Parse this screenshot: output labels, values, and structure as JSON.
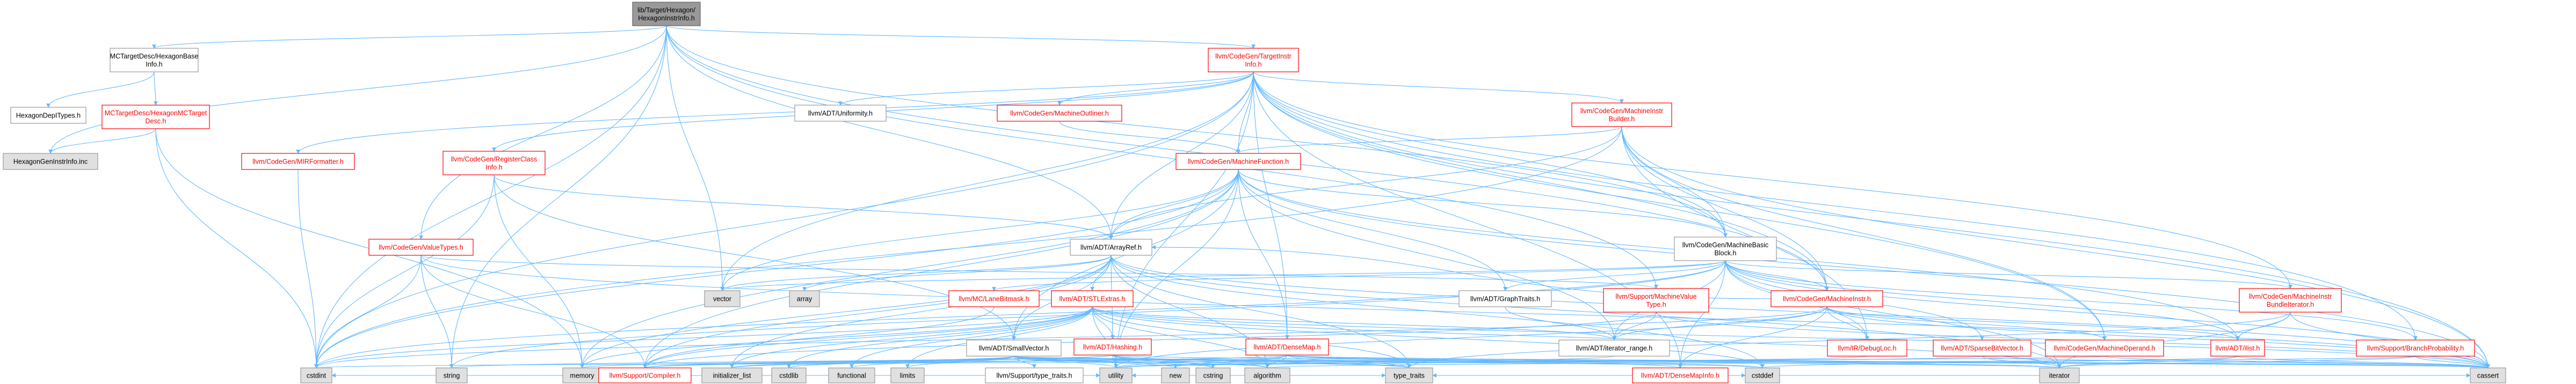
{
  "colors": {
    "edge": "#63b8ff",
    "root_fill": "#999999",
    "root_border": "#666666",
    "default_fill": "#ffffff",
    "default_border": "#999999",
    "default_text": "#000000",
    "red_border": "#ff0000",
    "red_text": "#ff0000",
    "grey_fill": "#e0e0e0",
    "grey_border": "#999999"
  },
  "nodes": [
    {
      "id": "root",
      "lines": [
        "lib/Target/Hexagon/",
        "HexagonInstrInfo.h"
      ],
      "style": "root"
    },
    {
      "id": "mc_hexbase",
      "lines": [
        "MCTargetDesc/HexagonBase",
        "Info.h"
      ],
      "style": "plain"
    },
    {
      "id": "hex_deptypes",
      "lines": [
        "HexagonDepITypes.h"
      ],
      "style": "plain"
    },
    {
      "id": "mc_hexdesc",
      "lines": [
        "MCTargetDesc/HexagonMCTarget",
        "Desc.h"
      ],
      "style": "red"
    },
    {
      "id": "hex_geninfo",
      "lines": [
        "HexagonGenInstrInfo.inc"
      ],
      "style": "grey"
    },
    {
      "id": "cg_tii",
      "lines": [
        "llvm/CodeGen/TargetInstr",
        "Info.h"
      ],
      "style": "red"
    },
    {
      "id": "adt_uniformity",
      "lines": [
        "llvm/ADT/Uniformity.h"
      ],
      "style": "plain"
    },
    {
      "id": "cg_outliner",
      "lines": [
        "llvm/CodeGen/MachineOutliner.h"
      ],
      "style": "red"
    },
    {
      "id": "cg_mib",
      "lines": [
        "llvm/CodeGen/MachineInstr",
        "Builder.h"
      ],
      "style": "red"
    },
    {
      "id": "cg_mirfmt",
      "lines": [
        "llvm/CodeGen/MIRFormatter.h"
      ],
      "style": "red"
    },
    {
      "id": "cg_regclass",
      "lines": [
        "llvm/CodeGen/RegisterClass",
        "Info.h"
      ],
      "style": "red"
    },
    {
      "id": "cg_mf",
      "lines": [
        "llvm/CodeGen/MachineFunction.h"
      ],
      "style": "red"
    },
    {
      "id": "cg_valuetypes",
      "lines": [
        "llvm/CodeGen/ValueTypes.h"
      ],
      "style": "red"
    },
    {
      "id": "adt_arrayref",
      "lines": [
        "llvm/ADT/ArrayRef.h"
      ],
      "style": "plain"
    },
    {
      "id": "cg_mbb",
      "lines": [
        "llvm/CodeGen/MachineBasic",
        "Block.h"
      ],
      "style": "plain"
    },
    {
      "id": "vector",
      "lines": [
        "vector"
      ],
      "style": "grey"
    },
    {
      "id": "array",
      "lines": [
        "array"
      ],
      "style": "grey"
    },
    {
      "id": "mc_lanebitmask",
      "lines": [
        "llvm/MC/LaneBitmask.h"
      ],
      "style": "red"
    },
    {
      "id": "adt_stlextras",
      "lines": [
        "llvm/ADT/STLExtras.h"
      ],
      "style": "red"
    },
    {
      "id": "adt_graphtraits",
      "lines": [
        "llvm/ADT/GraphTraits.h"
      ],
      "style": "plain"
    },
    {
      "id": "sup_mvt",
      "lines": [
        "llvm/Support/MachineValue",
        "Type.h"
      ],
      "style": "red"
    },
    {
      "id": "cg_mi",
      "lines": [
        "llvm/CodeGen/MachineInstr.h"
      ],
      "style": "red"
    },
    {
      "id": "cg_mibundle",
      "lines": [
        "llvm/CodeGen/MachineInstr",
        "BundleIterator.h"
      ],
      "style": "red"
    },
    {
      "id": "adt_smallvector",
      "lines": [
        "llvm/ADT/SmallVector.h"
      ],
      "style": "plain"
    },
    {
      "id": "adt_hashing",
      "lines": [
        "llvm/ADT/Hashing.h"
      ],
      "style": "red"
    },
    {
      "id": "adt_densemap",
      "lines": [
        "llvm/ADT/DenseMap.h"
      ],
      "style": "red"
    },
    {
      "id": "adt_iterrange",
      "lines": [
        "llvm/ADT/iterator_range.h"
      ],
      "style": "plain"
    },
    {
      "id": "ir_debugloc",
      "lines": [
        "llvm/IR/DebugLoc.h"
      ],
      "style": "red"
    },
    {
      "id": "adt_sparsebv",
      "lines": [
        "llvm/ADT/SparseBitVector.h"
      ],
      "style": "red"
    },
    {
      "id": "cg_mo",
      "lines": [
        "llvm/CodeGen/MachineOperand.h"
      ],
      "style": "red"
    },
    {
      "id": "adt_ilist",
      "lines": [
        "llvm/ADT/ilist.h"
      ],
      "style": "red"
    },
    {
      "id": "sup_branchprob",
      "lines": [
        "llvm/Support/BranchProbability.h"
      ],
      "style": "red"
    },
    {
      "id": "string",
      "lines": [
        "string"
      ],
      "style": "grey"
    },
    {
      "id": "memory",
      "lines": [
        "memory"
      ],
      "style": "grey"
    },
    {
      "id": "init_list",
      "lines": [
        "initializer_list"
      ],
      "style": "grey"
    },
    {
      "id": "cstdlib",
      "lines": [
        "cstdlib"
      ],
      "style": "grey"
    },
    {
      "id": "functional",
      "lines": [
        "functional"
      ],
      "style": "grey"
    },
    {
      "id": "limits",
      "lines": [
        "limits"
      ],
      "style": "grey"
    },
    {
      "id": "new",
      "lines": [
        "new"
      ],
      "style": "grey"
    },
    {
      "id": "cstring",
      "lines": [
        "cstring"
      ],
      "style": "grey"
    },
    {
      "id": "algorithm",
      "lines": [
        "algorithm"
      ],
      "style": "grey"
    },
    {
      "id": "iterator",
      "lines": [
        "iterator"
      ],
      "style": "grey"
    },
    {
      "id": "sup_typetraits",
      "lines": [
        "llvm/Support/type_traits.h"
      ],
      "style": "plain"
    },
    {
      "id": "adt_densemapinfo",
      "lines": [
        "llvm/ADT/DenseMapInfo.h"
      ],
      "style": "red"
    },
    {
      "id": "cstdint",
      "lines": [
        "cstdint"
      ],
      "style": "grey"
    },
    {
      "id": "sup_compiler",
      "lines": [
        "llvm/Support/Compiler.h"
      ],
      "style": "red"
    },
    {
      "id": "utility",
      "lines": [
        "utility"
      ],
      "style": "grey"
    },
    {
      "id": "type_traits",
      "lines": [
        "type_traits"
      ],
      "style": "grey"
    },
    {
      "id": "cstddef",
      "lines": [
        "cstddef"
      ],
      "style": "grey"
    },
    {
      "id": "cassert",
      "lines": [
        "cassert"
      ],
      "style": "grey"
    }
  ],
  "edges": [
    [
      "root",
      "mc_hexbase"
    ],
    [
      "root",
      "hex_geninfo"
    ],
    [
      "root",
      "cg_tii"
    ],
    [
      "root",
      "cg_valuetypes"
    ],
    [
      "root",
      "adt_arrayref"
    ],
    [
      "root",
      "vector"
    ],
    [
      "root",
      "cg_mbb"
    ],
    [
      "root",
      "cg_mi"
    ],
    [
      "root",
      "cstdint"
    ],
    [
      "root",
      "string"
    ],
    [
      "root",
      "sup_mvt"
    ],
    [
      "mc_hexbase",
      "hex_deptypes"
    ],
    [
      "mc_hexbase",
      "mc_hexdesc"
    ],
    [
      "mc_hexdesc",
      "hex_geninfo"
    ],
    [
      "mc_hexdesc",
      "cstdint"
    ],
    [
      "mc_hexdesc",
      "memory"
    ],
    [
      "cg_tii",
      "adt_uniformity"
    ],
    [
      "cg_tii",
      "cg_outliner"
    ],
    [
      "cg_tii",
      "cg_mib"
    ],
    [
      "cg_tii",
      "cg_mirfmt"
    ],
    [
      "cg_tii",
      "cg_regclass"
    ],
    [
      "cg_tii",
      "cg_mf"
    ],
    [
      "cg_tii",
      "adt_arrayref"
    ],
    [
      "cg_tii",
      "cg_mbb"
    ],
    [
      "cg_tii",
      "adt_densemap"
    ],
    [
      "cg_tii",
      "cg_mi"
    ],
    [
      "cg_tii",
      "cg_mo"
    ],
    [
      "cg_tii",
      "sup_branchprob"
    ],
    [
      "cg_tii",
      "cassert"
    ],
    [
      "cg_tii",
      "cstdint"
    ],
    [
      "cg_tii",
      "utility"
    ],
    [
      "cg_tii",
      "vector"
    ],
    [
      "cg_tii",
      "cg_mibundle"
    ],
    [
      "cg_tii",
      "adt_densemapinfo"
    ],
    [
      "cg_outliner",
      "cg_mf"
    ],
    [
      "cg_mib",
      "cg_mf"
    ],
    [
      "cg_mib",
      "cg_mbb"
    ],
    [
      "cg_mib",
      "cg_mi"
    ],
    [
      "cg_mib",
      "cg_mo"
    ],
    [
      "cg_mib",
      "adt_arrayref"
    ],
    [
      "cg_mib",
      "ir_debugloc"
    ],
    [
      "cg_mib",
      "cassert"
    ],
    [
      "cg_mib",
      "cstdint"
    ],
    [
      "cg_mirfmt",
      "cstdint"
    ],
    [
      "cg_regclass",
      "adt_arrayref"
    ],
    [
      "cg_regclass",
      "adt_smallvector"
    ],
    [
      "cg_regclass",
      "cstdint"
    ],
    [
      "cg_regclass",
      "memory"
    ],
    [
      "cg_mf",
      "adt_arrayref"
    ],
    [
      "cg_mf",
      "adt_densemap"
    ],
    [
      "cg_mf",
      "adt_graphtraits"
    ],
    [
      "cg_mf",
      "adt_smallvector"
    ],
    [
      "cg_mf",
      "adt_ilist"
    ],
    [
      "cg_mf",
      "cg_mbb"
    ],
    [
      "cg_mf",
      "sup_compiler"
    ],
    [
      "cg_mf",
      "cassert"
    ],
    [
      "cg_mf",
      "cstdint"
    ],
    [
      "cg_mf",
      "memory"
    ],
    [
      "cg_mf",
      "utility"
    ],
    [
      "cg_mf",
      "vector"
    ],
    [
      "cg_mf",
      "adt_iterrange"
    ],
    [
      "cg_valuetypes",
      "sup_mvt"
    ],
    [
      "cg_valuetypes",
      "cassert"
    ],
    [
      "cg_valuetypes",
      "cstdint"
    ],
    [
      "cg_valuetypes",
      "string"
    ],
    [
      "cg_valuetypes",
      "sup_compiler"
    ],
    [
      "adt_arrayref",
      "adt_hashing"
    ],
    [
      "adt_arrayref",
      "adt_smallvector"
    ],
    [
      "adt_arrayref",
      "adt_stlextras"
    ],
    [
      "adt_arrayref",
      "sup_compiler"
    ],
    [
      "adt_arrayref",
      "algorithm"
    ],
    [
      "adt_arrayref",
      "array"
    ],
    [
      "adt_arrayref",
      "cassert"
    ],
    [
      "adt_arrayref",
      "cstddef"
    ],
    [
      "adt_arrayref",
      "init_list"
    ],
    [
      "adt_arrayref",
      "iterator"
    ],
    [
      "adt_arrayref",
      "memory"
    ],
    [
      "adt_arrayref",
      "type_traits"
    ],
    [
      "adt_arrayref",
      "vector"
    ],
    [
      "cg_mbb",
      "adt_densemapinfo"
    ],
    [
      "cg_mbb",
      "adt_graphtraits"
    ],
    [
      "cg_mbb",
      "adt_sparsebv"
    ],
    [
      "cg_mbb",
      "adt_ilist"
    ],
    [
      "cg_mbb",
      "adt_iterrange"
    ],
    [
      "cg_mbb",
      "cg_mi"
    ],
    [
      "cg_mbb",
      "cg_mibundle"
    ],
    [
      "cg_mbb",
      "ir_debugloc"
    ],
    [
      "cg_mbb",
      "mc_lanebitmask"
    ],
    [
      "cg_mbb",
      "sup_branchprob"
    ],
    [
      "cg_mbb",
      "cassert"
    ],
    [
      "cg_mbb",
      "cstdint"
    ],
    [
      "cg_mbb",
      "iterator"
    ],
    [
      "cg_mbb",
      "string"
    ],
    [
      "cg_mbb",
      "vector"
    ],
    [
      "mc_lanebitmask",
      "sup_compiler"
    ],
    [
      "adt_stlextras",
      "adt_hashing"
    ],
    [
      "adt_stlextras",
      "adt_iterrange"
    ],
    [
      "adt_stlextras",
      "sup_compiler"
    ],
    [
      "adt_stlextras",
      "algorithm"
    ],
    [
      "adt_stlextras",
      "cassert"
    ],
    [
      "adt_stlextras",
      "cstddef"
    ],
    [
      "adt_stlextras",
      "cstdint"
    ],
    [
      "adt_stlextras",
      "cstdlib"
    ],
    [
      "adt_stlextras",
      "functional"
    ],
    [
      "adt_stlextras",
      "init_list"
    ],
    [
      "adt_stlextras",
      "iterator"
    ],
    [
      "adt_stlextras",
      "limits"
    ],
    [
      "adt_stlextras",
      "memory"
    ],
    [
      "adt_stlextras",
      "type_traits"
    ],
    [
      "adt_stlextras",
      "utility"
    ],
    [
      "adt_graphtraits",
      "adt_iterrange"
    ],
    [
      "sup_mvt",
      "sup_compiler"
    ],
    [
      "sup_mvt",
      "cassert"
    ],
    [
      "sup_mvt",
      "adt_iterrange"
    ],
    [
      "cg_mi",
      "adt_densemapinfo"
    ],
    [
      "cg_mi",
      "adt_arrayref"
    ],
    [
      "cg_mi",
      "adt_ilist"
    ],
    [
      "cg_mi",
      "adt_iterrange"
    ],
    [
      "cg_mi",
      "cg_mo"
    ],
    [
      "cg_mi",
      "ir_debugloc"
    ],
    [
      "cg_mi",
      "cassert"
    ],
    [
      "cg_mi",
      "cstdint"
    ],
    [
      "cg_mi",
      "utility"
    ],
    [
      "cg_mibundle",
      "adt_ilist"
    ],
    [
      "cg_mibundle",
      "cassert"
    ],
    [
      "cg_mibundle",
      "iterator"
    ],
    [
      "cg_mibundle",
      "type_traits"
    ],
    [
      "adt_smallvector",
      "sup_compiler"
    ],
    [
      "adt_smallvector",
      "sup_typetraits"
    ],
    [
      "adt_smallvector",
      "algorithm"
    ],
    [
      "adt_smallvector",
      "cassert"
    ],
    [
      "adt_smallvector",
      "cstddef"
    ],
    [
      "adt_smallvector",
      "cstdlib"
    ],
    [
      "adt_smallvector",
      "cstring"
    ],
    [
      "adt_smallvector",
      "functional"
    ],
    [
      "adt_smallvector",
      "init_list"
    ],
    [
      "adt_smallvector",
      "iterator"
    ],
    [
      "adt_smallvector",
      "limits"
    ],
    [
      "adt_smallvector",
      "memory"
    ],
    [
      "adt_smallvector",
      "new"
    ],
    [
      "adt_smallvector",
      "type_traits"
    ],
    [
      "adt_smallvector",
      "utility"
    ],
    [
      "adt_hashing",
      "sup_compiler"
    ],
    [
      "adt_hashing",
      "algorithm"
    ],
    [
      "adt_hashing",
      "cassert"
    ],
    [
      "adt_hashing",
      "cstring"
    ],
    [
      "adt_hashing",
      "string"
    ],
    [
      "adt_hashing",
      "type_traits"
    ],
    [
      "adt_hashing",
      "utility"
    ],
    [
      "adt_densemap",
      "adt_densemapinfo"
    ],
    [
      "adt_densemap",
      "sup_compiler"
    ],
    [
      "adt_densemap",
      "algorithm"
    ],
    [
      "adt_densemap",
      "cassert"
    ],
    [
      "adt_densemap",
      "cstddef"
    ],
    [
      "adt_densemap",
      "init_list"
    ],
    [
      "adt_densemap",
      "iterator"
    ],
    [
      "adt_densemap",
      "new"
    ],
    [
      "adt_densemap",
      "type_traits"
    ],
    [
      "adt_densemap",
      "utility"
    ],
    [
      "adt_sparsebv",
      "cassert"
    ],
    [
      "adt_sparsebv",
      "iterator"
    ],
    [
      "adt_sparsebv",
      "utility"
    ],
    [
      "cg_mo",
      "cassert"
    ],
    [
      "cg_mo",
      "cstdint"
    ],
    [
      "adt_ilist",
      "cassert"
    ],
    [
      "adt_ilist",
      "cstddef"
    ],
    [
      "adt_ilist",
      "iterator"
    ],
    [
      "sup_branchprob",
      "algorithm"
    ],
    [
      "sup_branchprob",
      "cassert"
    ],
    [
      "sup_branchprob",
      "iterator"
    ],
    [
      "sup_branchprob",
      "numeric"
    ],
    [
      "sup_typetraits",
      "utility"
    ],
    [
      "sup_typetraits",
      "type_traits"
    ],
    [
      "adt_densemapinfo",
      "cassert"
    ],
    [
      "adt_densemapinfo",
      "cstddef"
    ],
    [
      "adt_densemapinfo",
      "cstdint"
    ],
    [
      "adt_densemapinfo",
      "tuple"
    ],
    [
      "adt_densemapinfo",
      "type_traits"
    ],
    [
      "adt_densemapinfo",
      "utility"
    ],
    [
      "ir_debugloc",
      "utility"
    ],
    [
      "adt_iterrange",
      "utility"
    ]
  ]
}
